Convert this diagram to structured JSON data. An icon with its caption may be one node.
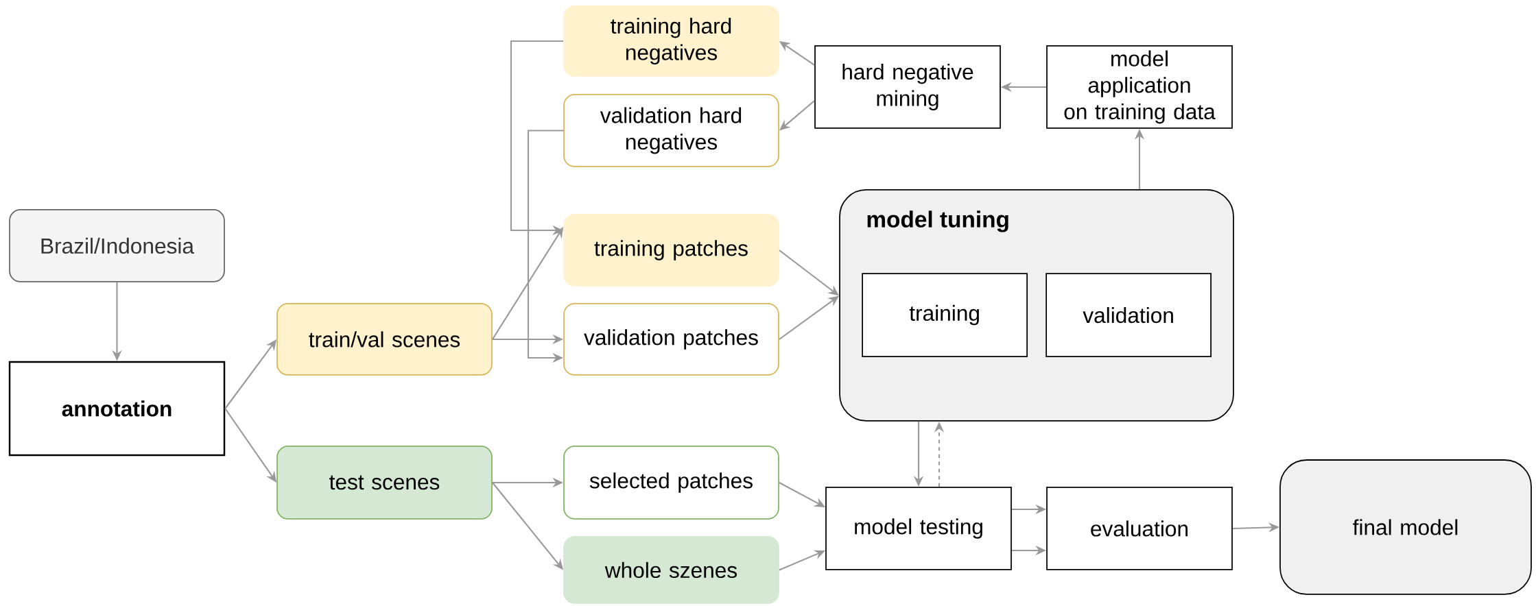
{
  "diagram": {
    "nodes": [
      {
        "text": [
          "Brazil/Indonesia"
        ]
      },
      {
        "text": [
          "annotation"
        ]
      },
      {
        "text": [
          "train/val scenes"
        ]
      },
      {
        "text": [
          "test scenes"
        ]
      },
      {
        "text": [
          "training hard negatives"
        ]
      },
      {
        "text": [
          "validation hard negatives"
        ]
      },
      {
        "text": [
          "training patches"
        ]
      },
      {
        "text": [
          "validation patches"
        ]
      },
      {
        "text": [
          "selected patches"
        ]
      },
      {
        "text": [
          "whole szenes"
        ]
      },
      {
        "text": [
          "hard negative mining"
        ]
      },
      {
        "text": [
          "model application on training data"
        ]
      },
      {
        "text": [
          "model tuning"
        ]
      },
      {
        "text": [
          "training"
        ],
        "in": 12
      },
      {
        "text": [
          "validation"
        ],
        "in": 12
      },
      {
        "text": [
          "model testing"
        ]
      },
      {
        "text": [
          "evaluation"
        ]
      },
      {
        "text": [
          "final model"
        ]
      }
    ],
    "edges": [
      {
        "from": 0,
        "to": 1,
        "arrow": "to"
      },
      {
        "from": 1,
        "to": 2,
        "arrow": "to"
      },
      {
        "from": 1,
        "to": 3,
        "arrow": "to"
      },
      {
        "from": 2,
        "to": 6,
        "arrow": "to"
      },
      {
        "from": 2,
        "to": 7,
        "arrow": "to"
      },
      {
        "from": 4,
        "to": 6,
        "arrow": "to"
      },
      {
        "from": 5,
        "to": 7,
        "arrow": "to"
      },
      {
        "from": 3,
        "to": 8,
        "arrow": "to"
      },
      {
        "from": 3,
        "to": 9,
        "arrow": "to"
      },
      {
        "from": 6,
        "to": 12,
        "arrow": "to"
      },
      {
        "from": 7,
        "to": 12,
        "arrow": "to"
      },
      {
        "from": 12,
        "to": 11,
        "arrow": "to"
      },
      {
        "from": 11,
        "to": 10,
        "arrow": "to"
      },
      {
        "from": 10,
        "to": 4,
        "arrow": "to"
      },
      {
        "from": 10,
        "to": 5,
        "arrow": "to"
      },
      {
        "from": 12,
        "to": 15,
        "arrow": "to"
      },
      {
        "from": 15,
        "to": 12,
        "arrow": "to",
        "style": "dashed"
      },
      {
        "from": 8,
        "to": 15,
        "arrow": "to"
      },
      {
        "from": 9,
        "to": 15,
        "arrow": "to"
      },
      {
        "from": 15,
        "to": 16,
        "arrow": "to"
      },
      {
        "from": 15,
        "to": 16,
        "arrow": "to"
      },
      {
        "from": 16,
        "to": 17,
        "arrow": "to"
      }
    ]
  }
}
